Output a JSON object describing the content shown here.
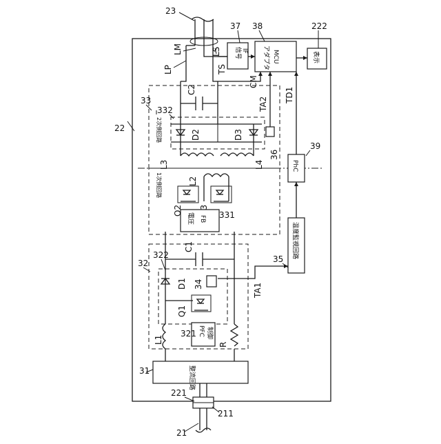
{
  "refs": {
    "r23": "23",
    "r37": "37",
    "r38": "38",
    "r222": "222",
    "r22": "22",
    "r33": "33",
    "r332": "332",
    "r36": "36",
    "r39": "39",
    "r331": "331",
    "r32": "32",
    "r322": "322",
    "r35": "35",
    "r34": "34",
    "r321": "321",
    "r31": "31",
    "r221": "221",
    "r211": "211",
    "r21": "21"
  },
  "labels": {
    "LM": "LM",
    "LS": "LS",
    "LP": "LP",
    "TS": "TS",
    "CM": "CM",
    "TA2": "TA2",
    "TD1": "TD1",
    "TA1": "TA1",
    "C2": "C2",
    "D2": "D2",
    "D3": "D3",
    "L3": "L3",
    "L4": "L4",
    "L2": "L2",
    "Q2": "Q2",
    "Q3": "Q3",
    "C1": "C1",
    "D1": "D1",
    "Q1": "Q1",
    "L1": "L1",
    "R": "R"
  },
  "blocks": {
    "signal_if": [
      "信号",
      "IF"
    ],
    "adapter_mcu": [
      "アダプタ",
      "MCU"
    ],
    "display": "表示",
    "voltage_fb": [
      "電圧",
      "FB"
    ],
    "phc": "PhC",
    "temp_monitor": "温度監視回路",
    "pfc_ctrl": [
      "PFC",
      "制御"
    ],
    "rectifier": "整流回路"
  },
  "regions": {
    "secondary": "2次側回路",
    "primary": "1次側回路"
  }
}
